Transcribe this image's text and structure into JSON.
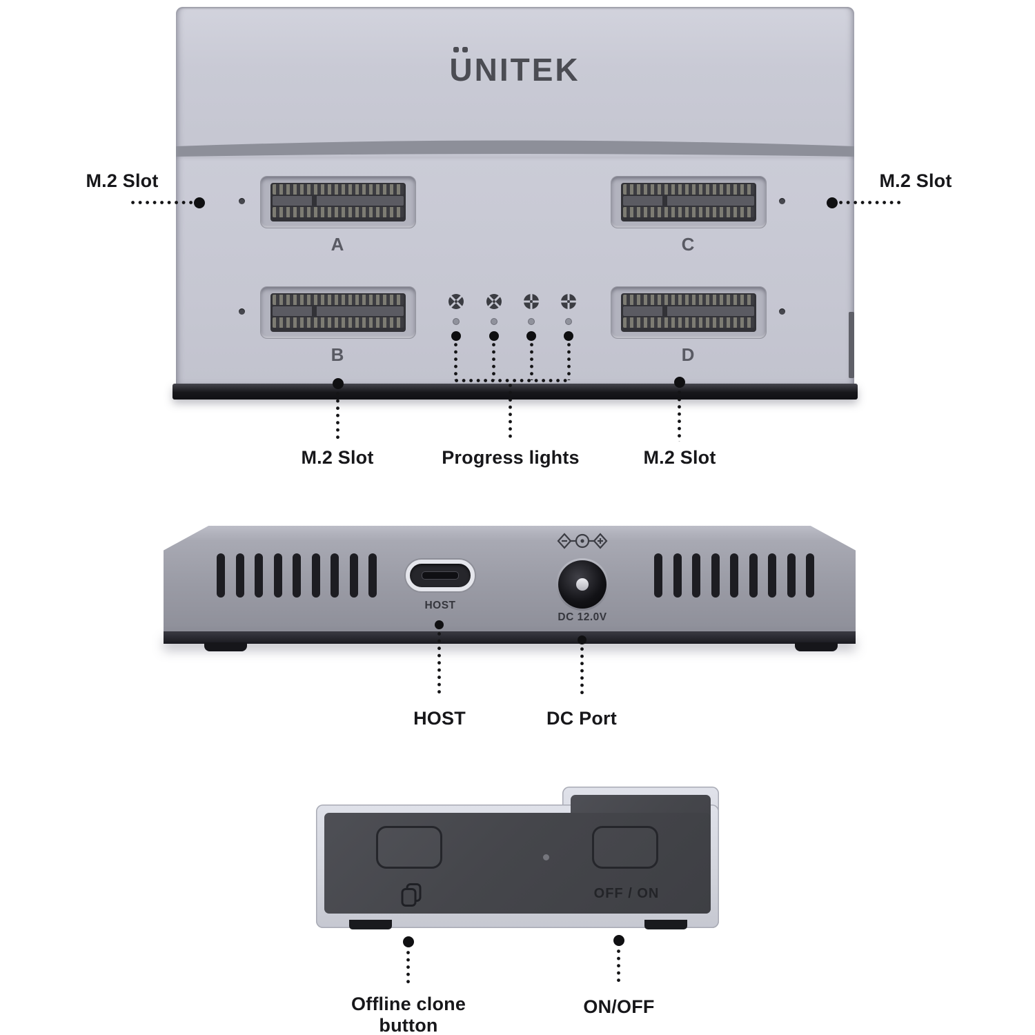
{
  "brand": {
    "logo_text": "UNITEK"
  },
  "top_view": {
    "m2_slot_label": "M.2 Slot",
    "progress_lights_label": "Progress lights",
    "slots": [
      {
        "label": "A"
      },
      {
        "label": "B"
      },
      {
        "label": "C"
      },
      {
        "label": "D"
      }
    ],
    "progress_light_count": 4
  },
  "middle_view": {
    "host_port_text": "HOST",
    "dc_port_text": "DC 12.0V",
    "host_callout": "HOST",
    "dc_callout": "DC Port"
  },
  "bottom_view": {
    "power_switch_text": "OFF / ON",
    "clone_callout": "Offline clone button",
    "power_callout": "ON/OFF"
  },
  "icons": {
    "clone_icon": "overlapping-squares-copy",
    "polarity_icon": "dc-polarity-center-positive",
    "progress_light_icon": "quartered-circle-indicator"
  },
  "colors": {
    "device_top_face": "#c6c7d2",
    "device_band": "#8d8f99",
    "device_side_body": "#9a9ba5",
    "frame_silver": "#d5d7df",
    "front_panel_dark": "#45464b",
    "edge_dark": "#17171b",
    "callout_text": "#17171a"
  }
}
